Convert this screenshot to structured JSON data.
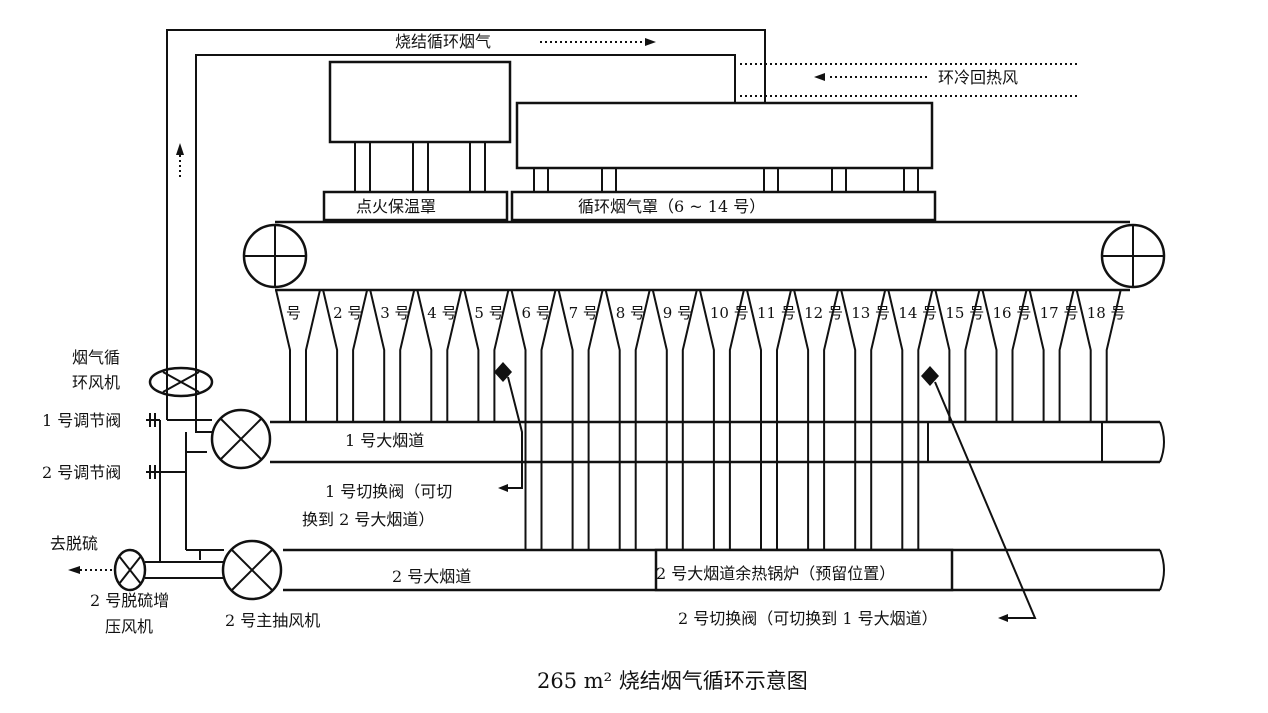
{
  "title_flow": "烧结循环烟气",
  "return_air": "环冷回热风",
  "ignition_hood": "点火保温罩",
  "circ_hood": "循环烟气罩（6 ~ 14 号）",
  "fan_label_1": "烟气循",
  "fan_label_2": "环风机",
  "valve_1": "1 号调节阀",
  "valve_2": "2 号调节阀",
  "to_desulf": "去脱硫",
  "booster_1": "2 号脱硫增",
  "booster_2": "压风机",
  "main_fan_2": "2 号主抽风机",
  "duct_1": "1 号大烟道",
  "duct_2": "2 号大烟道",
  "boiler": "2 号大烟道余热锅炉（预留位置）",
  "switch_1_a": "1 号切换阀（可切",
  "switch_1_b": "换到 2 号大烟道）",
  "switch_2": "2 号切换阀（可切换到 1 号大烟道）",
  "bellows": [
    "号",
    "2 号",
    "3 号",
    "4 号",
    "5 号",
    "6 号",
    "7 号",
    "8 号",
    "9 号",
    "10 号",
    "11 号",
    "12 号",
    "13 号",
    "14 号",
    "15 号",
    "16 号",
    "17 号",
    "18 号"
  ],
  "caption": "265 m² 烧结烟气循环示意图"
}
